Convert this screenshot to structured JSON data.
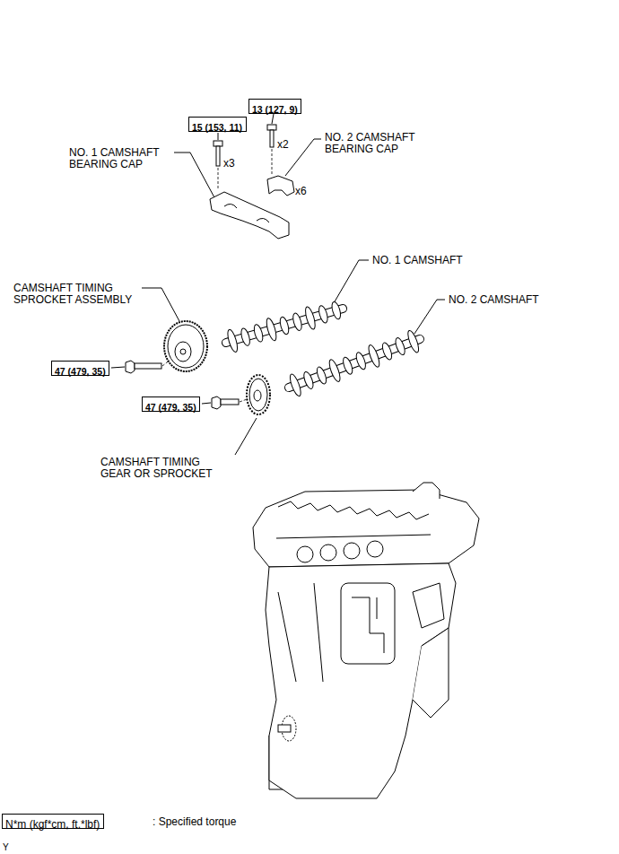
{
  "diagram": {
    "nodes": [
      {
        "text": [
          "13 (127, 9)"
        ]
      },
      {
        "text": [
          "15 (153, 11)"
        ]
      },
      {
        "text": [
          "47 (479, 35)"
        ]
      },
      {
        "text": [
          "47 (479, 35)"
        ]
      },
      {
        "text": [
          "N*m (kgf*cm, ft.*lbf)"
        ]
      }
    ],
    "edges": [],
    "labels": [
      "x2",
      "NO. 2 CAMSHAFT BEARING CAP",
      "NO. 1 CAMSHAFT BEARING CAP",
      "x3",
      "x6",
      "NO. 1 CAMSHAFT",
      "NO. 2 CAMSHAFT",
      "CAMSHAFT TIMING SPROCKET ASSEMBLY",
      "CAMSHAFT TIMING GEAR OR SPROCKET",
      ": Specified torque",
      "Y"
    ]
  }
}
